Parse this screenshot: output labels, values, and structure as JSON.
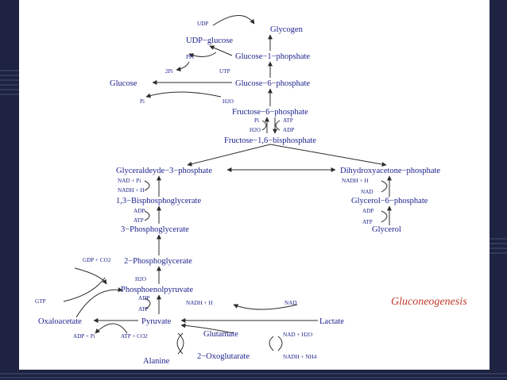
{
  "theme": {
    "background": "#1d2340",
    "panel": "#ffffff",
    "node_text": "#1a1f8a",
    "title_color": "#c0392b",
    "arrow_color": "#2c2c2c"
  },
  "diagram": {
    "title": "Gluconeogenesis",
    "nodes": {
      "glycogen": "Glycogen",
      "udp_glucose": "UDP−glucose",
      "glucose_1_p": "Glucose−1−phopshate",
      "glucose": "Glucose",
      "glucose_6_p": "Glucose−6−phosphate",
      "fructose_6_p": "Fructose−6−phosphate",
      "fructose_16_bp": "Fructose−1,6−bisphosphate",
      "g3p": "Glyceraldeyde−3−phosphate",
      "dhap": "Dihydroxyacetone−phosphate",
      "bpg13": "1,3−Bisphosphoglycerate",
      "glycerol_6_p": "Glycerol−6−phosphate",
      "pg3": "3−Phosphoglycerate",
      "glycerol": "Glycerol",
      "pg2": "2−Phosphoglycerate",
      "pep": "Phosphoenolpyruvate",
      "oxaloacetate": "Oxaloacetate",
      "pyruvate": "Pyruvate",
      "lactate": "Lactate",
      "glutamate": "Glutamate",
      "alanine": "Alanine",
      "oxoglutarate": "2−Oxoglutarate"
    },
    "cofactors": {
      "udp": "UDP",
      "ppi": "PPi",
      "utp": "UTP",
      "two_pi": "2Pi",
      "pi_glucose": "Pi",
      "h2o_glucose": "H2O",
      "pi_f16": "Pi",
      "atp_f16": "ATP",
      "h2o_f16": "H2O",
      "adp_f16": "ADP",
      "nad_pi": "NAD + Pi",
      "nadh_h_left": "NADH + H",
      "nadh_h_right": "NADH + H",
      "nad_right": "NAD",
      "adp_bpg": "ADP",
      "atp_bpg": "ATP",
      "adp_glycerol": "ADP",
      "atp_glycerol": "ATP",
      "gdp_co2": "GDP + CO2",
      "h2o_pep": "H2O",
      "adp_pep": "ADP",
      "atp_pep": "ATP",
      "nadh_h_lactate": "NADH + H",
      "nad_lactate": "NAD",
      "gtp": "GTP",
      "adp_pi": "ADP + Pi",
      "atp_co2": "ATP + CO2",
      "nad_h2o": "NAD + H2O",
      "nadh_nh4": "NADH + NH4"
    }
  }
}
